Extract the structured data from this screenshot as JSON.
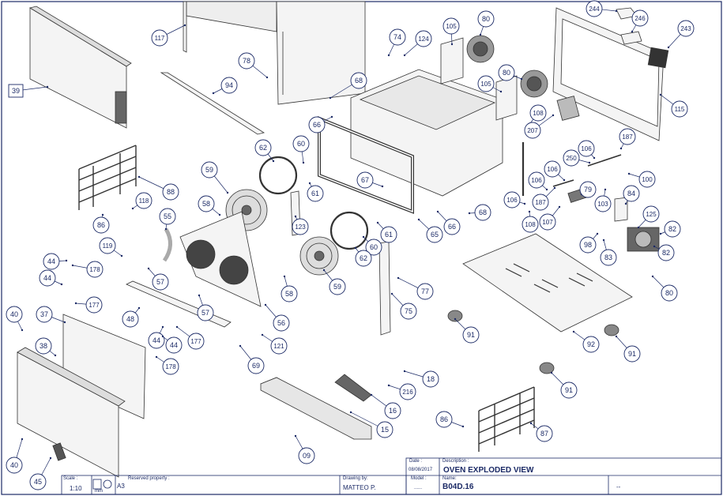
{
  "callouts": [
    {
      "n": "39",
      "shape": "box"
    },
    {
      "n": "117"
    },
    {
      "n": "94"
    },
    {
      "n": "78"
    },
    {
      "n": "68"
    },
    {
      "n": "66"
    },
    {
      "n": "74"
    },
    {
      "n": "124"
    },
    {
      "n": "105"
    },
    {
      "n": "80"
    },
    {
      "n": "80"
    },
    {
      "n": "105"
    },
    {
      "n": "244"
    },
    {
      "n": "246"
    },
    {
      "n": "243"
    },
    {
      "n": "115"
    },
    {
      "n": "108"
    },
    {
      "n": "207"
    },
    {
      "n": "187"
    },
    {
      "n": "106"
    },
    {
      "n": "250"
    },
    {
      "n": "106"
    },
    {
      "n": "106"
    },
    {
      "n": "187"
    },
    {
      "n": "100"
    },
    {
      "n": "79"
    },
    {
      "n": "103"
    },
    {
      "n": "84"
    },
    {
      "n": "106"
    },
    {
      "n": "108"
    },
    {
      "n": "107"
    },
    {
      "n": "68"
    },
    {
      "n": "66"
    },
    {
      "n": "65"
    },
    {
      "n": "125"
    },
    {
      "n": "82"
    },
    {
      "n": "82"
    },
    {
      "n": "98"
    },
    {
      "n": "83"
    },
    {
      "n": "80"
    },
    {
      "n": "62"
    },
    {
      "n": "60"
    },
    {
      "n": "61"
    },
    {
      "n": "67"
    },
    {
      "n": "61"
    },
    {
      "n": "60"
    },
    {
      "n": "62"
    },
    {
      "n": "88"
    },
    {
      "n": "118"
    },
    {
      "n": "86"
    },
    {
      "n": "59"
    },
    {
      "n": "58"
    },
    {
      "n": "55"
    },
    {
      "n": "123"
    },
    {
      "n": "59"
    },
    {
      "n": "58"
    },
    {
      "n": "77"
    },
    {
      "n": "75"
    },
    {
      "n": "56"
    },
    {
      "n": "44"
    },
    {
      "n": "178"
    },
    {
      "n": "119"
    },
    {
      "n": "44"
    },
    {
      "n": "57"
    },
    {
      "n": "177"
    },
    {
      "n": "57"
    },
    {
      "n": "48"
    },
    {
      "n": "40"
    },
    {
      "n": "37"
    },
    {
      "n": "38"
    },
    {
      "n": "177"
    },
    {
      "n": "44"
    },
    {
      "n": "44"
    },
    {
      "n": "178"
    },
    {
      "n": "121"
    },
    {
      "n": "69"
    },
    {
      "n": "91"
    },
    {
      "n": "92"
    },
    {
      "n": "91"
    },
    {
      "n": "91"
    },
    {
      "n": "18"
    },
    {
      "n": "216"
    },
    {
      "n": "16"
    },
    {
      "n": "15"
    },
    {
      "n": "86"
    },
    {
      "n": "87"
    },
    {
      "n": "09"
    },
    {
      "n": "40"
    },
    {
      "n": "45"
    }
  ],
  "title_block": {
    "date_label": "Date :",
    "date_value": "08/08/2017",
    "description_label": "Description :",
    "description_value": "OVEN EXPLODED VIEW",
    "scale_label": "Scale :",
    "scale_value": "1:10",
    "unit": "mm",
    "sheet_size": "A3",
    "reserved_label": "Reserved property :",
    "drawn_by_label": "Drawing by:",
    "drawn_by_value": "MATTEO P.",
    "model_label": "Model :",
    "model_value": "......",
    "name_label": "Name:",
    "name_value": "B04D.16",
    "rev_value": "--"
  },
  "colors": {
    "ink": "#1b2a66",
    "line": "#333333",
    "part_fill": "#f2f2f2",
    "part_dark": "#8a8a8a"
  }
}
